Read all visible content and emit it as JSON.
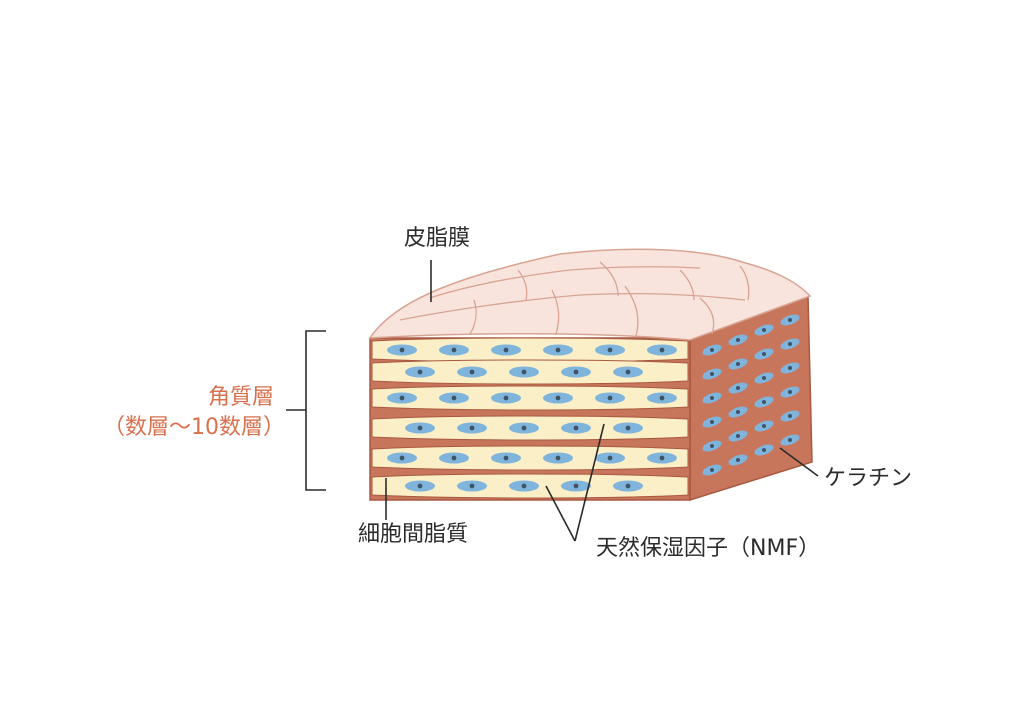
{
  "labels": {
    "sebum_film": "皮脂膜",
    "stratum_corneum": "角質層",
    "stratum_corneum_layers": "（数層〜10数層）",
    "intercellular_lipid": "細胞間脂質",
    "nmf": "天然保湿因子（NMF）",
    "keratin": "ケラチン"
  },
  "colors": {
    "text": "#2b2b2b",
    "accent": "#d9704d",
    "sebum_fill": "#f8e4dd",
    "sebum_stroke": "#d9a392",
    "keratin_fill": "#c8765b",
    "keratin_stroke": "#a8593f",
    "lipid_fill": "#fbefc7",
    "cell_fill": "#7fb4dc",
    "nucleus_fill": "#3f5566",
    "line": "#2b2b2b"
  }
}
